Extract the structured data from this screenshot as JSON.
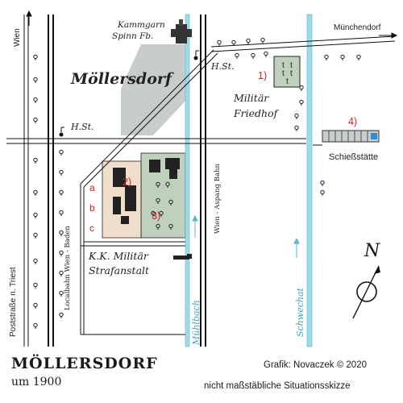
{
  "map": {
    "place_name": "Möllersdorf",
    "factory": {
      "line1": "Kammgarn",
      "line2": "Spinn Fb."
    },
    "station_label": "H.St.",
    "cemetery": {
      "line1": "Militär",
      "line2": "Friedhof"
    },
    "shooting_range": "Schießstätte",
    "prison": {
      "line1": "K.K. Militär",
      "line2": "Strafanstalt"
    },
    "roads": {
      "wien": "Wien",
      "muenchendorf": "Münchendorf",
      "poststrasse": "Poststraße n. Triest",
      "localbahn": "Localbahn Wien - Baden",
      "aspangbahn": "Wien - Aspang Bahn"
    },
    "waters": {
      "muehlbach": "Mühlbach",
      "schwechat": "Schwechat"
    },
    "markers": {
      "m1": "1)",
      "m2": "2)",
      "m3": "3)",
      "m4": "4)",
      "a": "a",
      "b": "b",
      "c": "c"
    },
    "north": "N",
    "colors": {
      "water": "#9fdbe8",
      "water_edge": "#5fb6c9",
      "built_area": "#c9cccc",
      "green_area": "#bfd0bc",
      "beige_area": "#f0ddcc",
      "marker_red": "#cc2222",
      "shooting_blue": "#2a8fd8"
    }
  },
  "caption": {
    "title": "MÖLLERSDORF",
    "subtitle": "um 1900",
    "credit": "Grafik: Novaczek © 2020",
    "note": "nicht maßstäbliche Situationsskizze"
  }
}
